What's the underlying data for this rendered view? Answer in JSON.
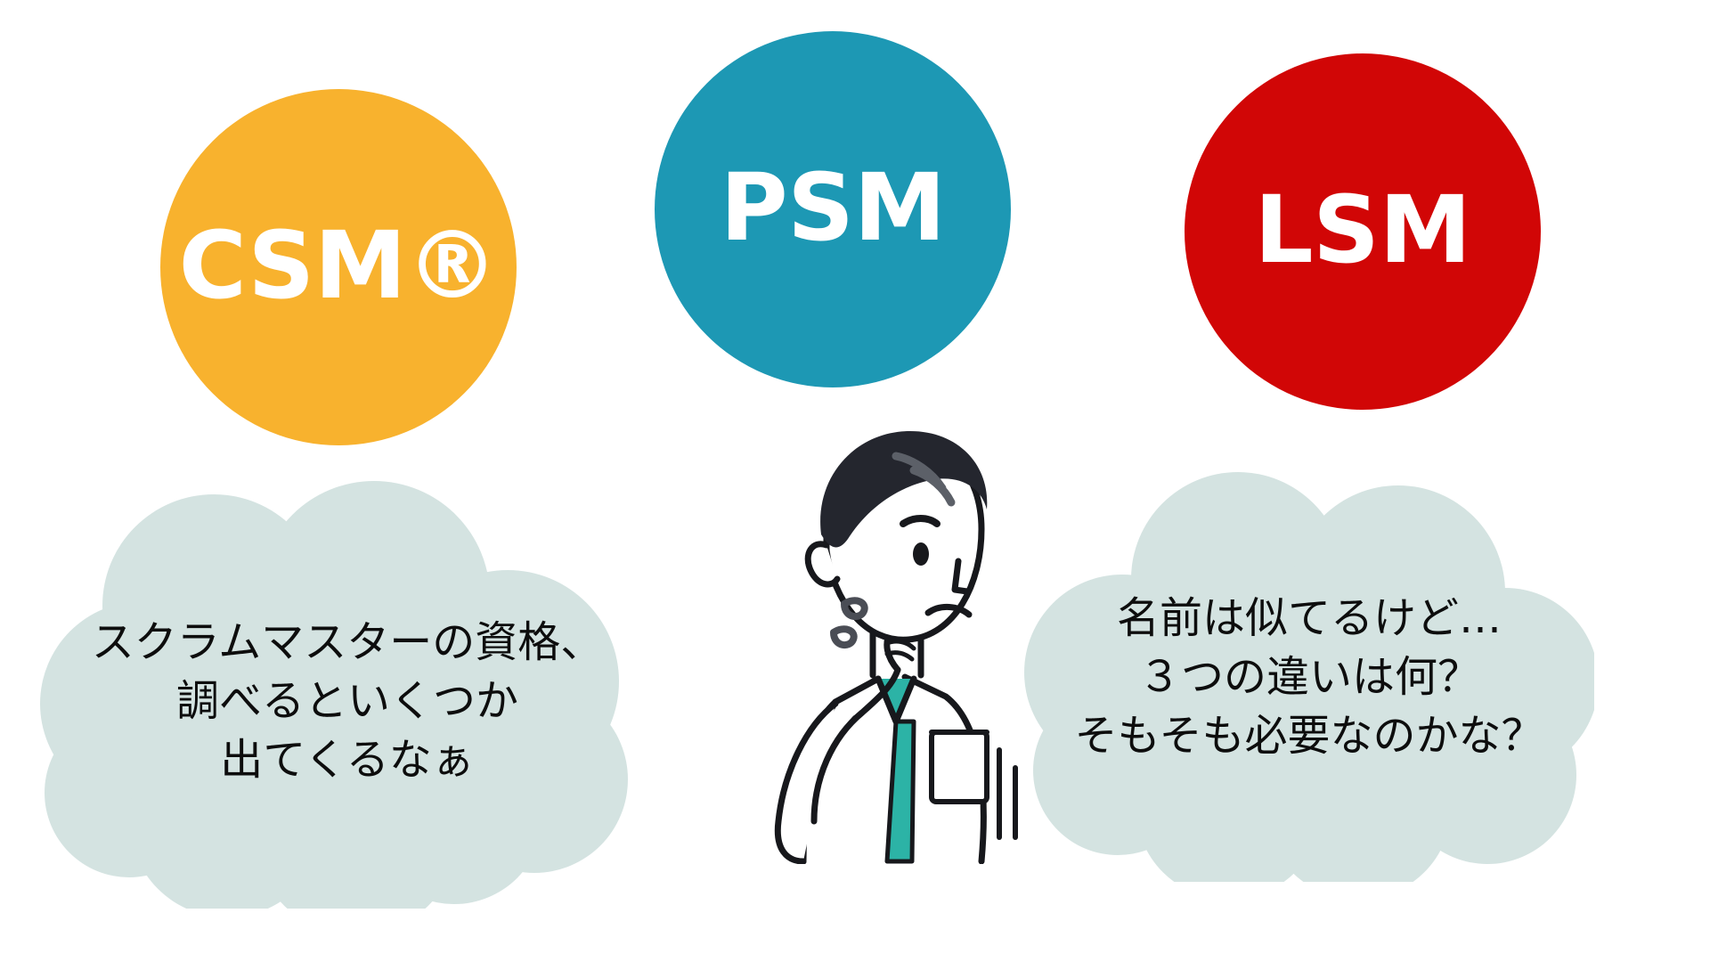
{
  "page": {
    "background_color": "#ffffff",
    "title_context": "スクラムマスター資格の比較"
  },
  "badges": [
    {
      "id": "csm",
      "label": "CSM®",
      "color": "#F8B22E",
      "text_color": "#ffffff",
      "icon": "circle-badge-icon"
    },
    {
      "id": "psm",
      "label": "PSM",
      "color": "#1D98B4",
      "text_color": "#ffffff",
      "icon": "circle-badge-icon"
    },
    {
      "id": "lsm",
      "label": "LSM",
      "color": "#D10606",
      "text_color": "#ffffff",
      "icon": "circle-badge-icon"
    }
  ],
  "thought_bubbles": [
    {
      "id": "left",
      "fill_color": "#D4E3E1",
      "text_color": "#0d0d0d",
      "lines": [
        "スクラムマスターの資格、",
        "調べるといくつか",
        "出てくるなぁ"
      ]
    },
    {
      "id": "right",
      "fill_color": "#D4E3E1",
      "text_color": "#0d0d0d",
      "lines": [
        "名前は似てるけど…",
        "３つの違いは何？",
        "そもそも必要なのかな？"
      ]
    }
  ],
  "illustration": {
    "name": "thinking-man-illustration",
    "description": "白衣の男性が顎に手を当てて考え込んでいるイラスト",
    "line_color": "#17181c",
    "hair_color": "#24262e",
    "tie_color": "#2CB3A6",
    "sweat_color": "#4a4d55"
  }
}
